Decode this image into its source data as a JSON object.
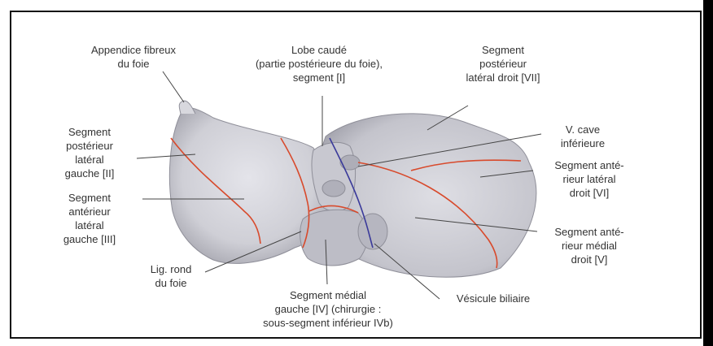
{
  "labels": {
    "appendice": [
      "Appendice fibreux",
      "du foie"
    ],
    "lobe_caude": [
      "Lobe caudé",
      "(partie postérieure du foie),",
      "segment [I]"
    ],
    "seg_vii": [
      "Segment",
      "postérieur",
      "latéral droit [VII]"
    ],
    "v_cave": [
      "V. cave",
      "inférieure"
    ],
    "seg_ii": [
      "Segment",
      "postérieur",
      "latéral",
      "gauche [II]"
    ],
    "seg_iii": [
      "Segment",
      "antérieur",
      "latéral",
      "gauche [III]"
    ],
    "seg_vi": [
      "Segment anté-",
      "rieur latéral",
      "droit [VI]"
    ],
    "seg_v": [
      "Segment anté-",
      "rieur médial",
      "droit [V]"
    ],
    "lig_rond": [
      "Lig. rond",
      "du foie"
    ],
    "seg_iv": [
      "Segment médial",
      "gauche [IV] (chirurgie :",
      "sous-segment inférieur IVb)"
    ],
    "vesicule": [
      "Vésicule biliaire"
    ]
  },
  "colors": {
    "segment_lines": "#d84a2c",
    "vein": "#3a3a9a",
    "liver": "#d2d2d8"
  }
}
